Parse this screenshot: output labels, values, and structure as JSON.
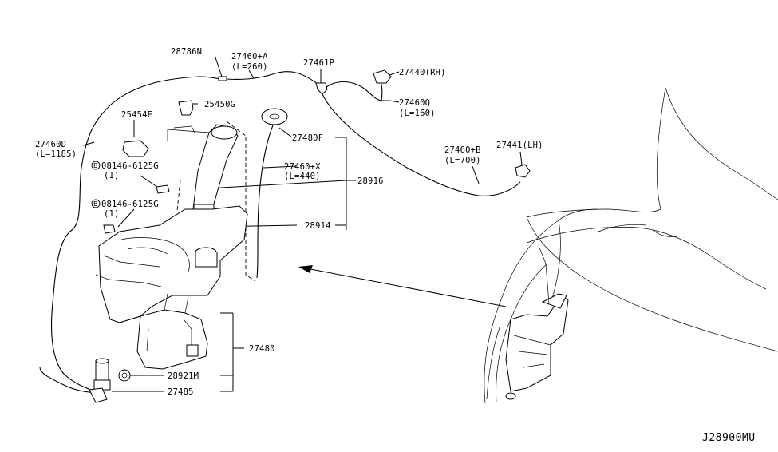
{
  "diagram_code": "J28900MU",
  "labels": {
    "p28786N": "28786N",
    "p27460A": "27460+A",
    "p27460A_len": "(L=260)",
    "p27461P": "27461P",
    "p27440RH": "27440(RH)",
    "p25450G": "25450G",
    "p25454E": "25454E",
    "p27460Q": "27460Q",
    "p27460Q_len": "(L=160)",
    "p27460D": "27460",
    "p27460D_len": "(L=1185)",
    "p27480F": "27480F",
    "p27460B": "27460+B",
    "p27460B_len": "(L=700)",
    "p27441LH": "27441(LH)",
    "bolt1": "08146-6125G",
    "bolt1_qty": "(1)",
    "bolt2": "08146-6125G",
    "bolt2_qty": "(1)",
    "p27460X": "27460+X",
    "p27460X_len": "(L=440)",
    "p28916": "28916",
    "p28914": "28914",
    "p27480": "27480",
    "p28921M": "28921M",
    "p27485": "27485",
    "bolt_marker": "B"
  },
  "icons": [
    "washer-tank-icon",
    "pump-motor-icon",
    "car-front-fender-icon",
    "nozzle-icon",
    "bolt-icon"
  ]
}
